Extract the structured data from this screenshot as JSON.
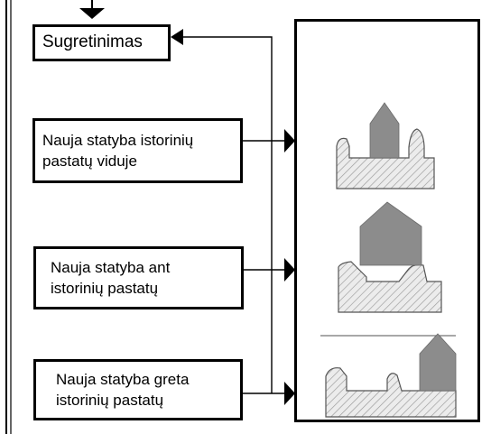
{
  "boxes": {
    "sugretinimas": "Sugretinimas",
    "inside": "Nauja statyba istorinių\npastatų viduje",
    "on_top": "Nauja statyba ant\nistorinių pastatų",
    "adjacent": "Nauja statyba greta\nistorinių pastatų"
  },
  "colors": {
    "line": "#000000",
    "building": "#8c8c8c",
    "hatch": "#bdbdbd"
  }
}
